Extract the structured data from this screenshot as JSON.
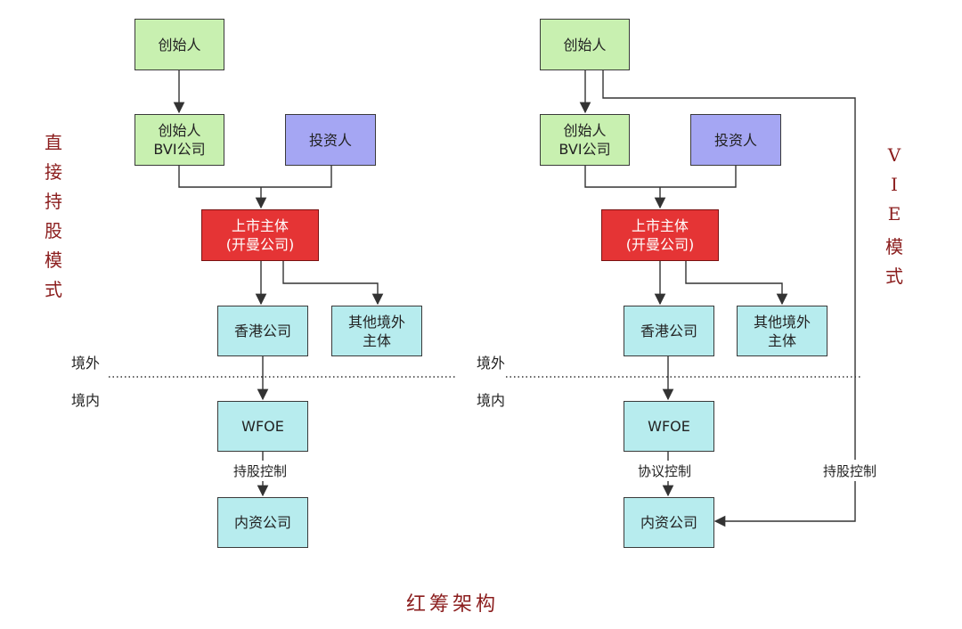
{
  "left": {
    "title_chars": [
      "直",
      "接",
      "持",
      "股",
      "模",
      "式"
    ],
    "founder": "创始人",
    "founder_bvi_line1": "创始人",
    "founder_bvi_line2": "BVI公司",
    "investor": "投资人",
    "listed_line1": "上市主体",
    "listed_line2": "(开曼公司)",
    "hk": "香港公司",
    "other_line1": "其他境外",
    "other_line2": "主体",
    "offshore": "境外",
    "onshore": "境内",
    "wfoe": "WFOE",
    "edge_label": "持股控制",
    "domestic": "内资公司"
  },
  "right": {
    "title_chars": [
      "V",
      "I",
      "E",
      "模",
      "式"
    ],
    "founder": "创始人",
    "founder_bvi_line1": "创始人",
    "founder_bvi_line2": "BVI公司",
    "investor": "投资人",
    "listed_line1": "上市主体",
    "listed_line2": "(开曼公司)",
    "hk": "香港公司",
    "other_line1": "其他境外",
    "other_line2": "主体",
    "offshore": "境外",
    "onshore": "境内",
    "wfoe": "WFOE",
    "edge_label": "协议控制",
    "side_label": "持股控制",
    "domestic": "内资公司"
  },
  "footer_title": "红筹架构",
  "colors": {
    "founder": "#c8f0b0",
    "investor": "#a5a6f3",
    "listed": "#e53435",
    "entity": "#b7ecee",
    "title": "#8b1d1d"
  }
}
